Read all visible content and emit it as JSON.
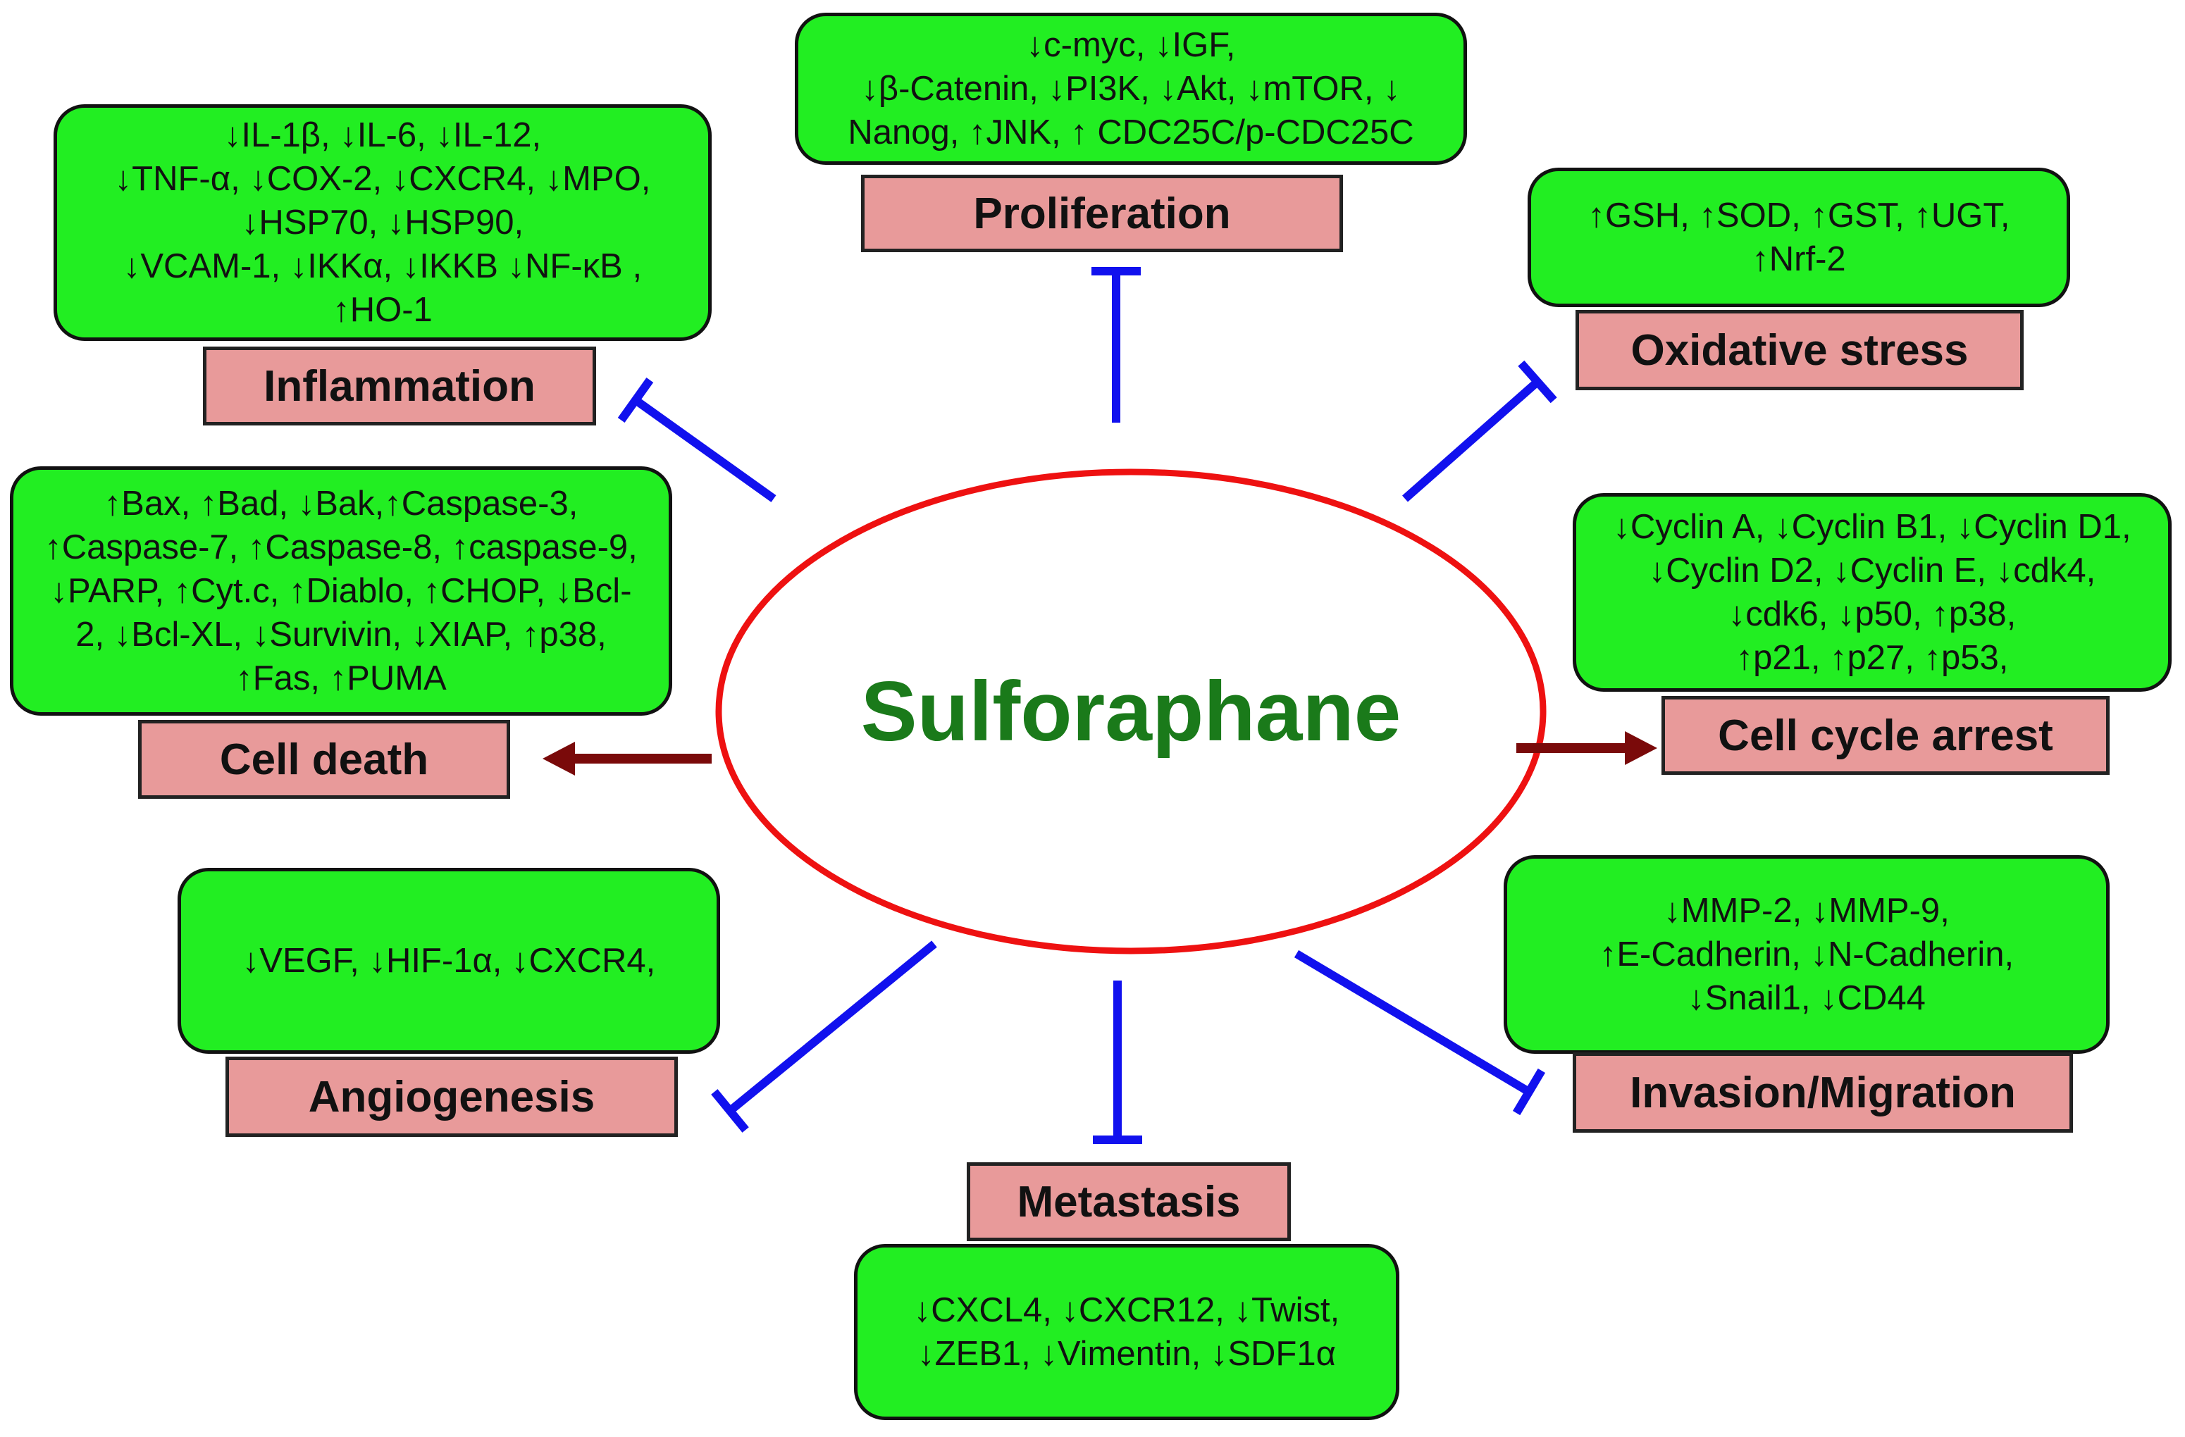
{
  "center": {
    "title": "Sulforaphane"
  },
  "colors": {
    "effect_box_fill": "#22ee22",
    "label_fill": "#e89a9a",
    "title_text": "#1a7a1a",
    "ellipse_stroke": "#ee1111",
    "inhibit_line": "#1111ee",
    "promote_arrow": "#7a0a0a"
  },
  "nodes": [
    {
      "id": "proliferation",
      "label": "Proliferation",
      "relation": "inhibits",
      "effects": [
        "↓c-myc, ↓IGF,",
        "↓β-Catenin, ↓PI3K, ↓Akt, ↓mTOR, ↓",
        "Nanog, ↑JNK, ↑ CDC25C/p-CDC25C"
      ]
    },
    {
      "id": "inflammation",
      "label": "Inflammation",
      "relation": "inhibits",
      "effects": [
        "↓IL-1β, ↓IL-6, ↓IL-12,",
        "↓TNF-α, ↓COX-2, ↓CXCR4, ↓MPO,",
        "↓HSP70, ↓HSP90,",
        "↓VCAM-1, ↓IKKα, ↓IKKB ↓NF-κB ,",
        "↑HO-1"
      ]
    },
    {
      "id": "oxidative-stress",
      "label": "Oxidative  stress",
      "relation": "inhibits",
      "effects": [
        "↑GSH, ↑SOD, ↑GST, ↑UGT,",
        "↑Nrf-2"
      ]
    },
    {
      "id": "cell-death",
      "label": "Cell death",
      "relation": "promotes",
      "effects": [
        "↑Bax, ↑Bad, ↓Bak,↑Caspase-3,",
        "↑Caspase-7, ↑Caspase-8, ↑caspase-9,",
        "↓PARP, ↑Cyt.c, ↑Diablo, ↑CHOP, ↓Bcl-",
        "2, ↓Bcl-XL, ↓Survivin, ↓XIAP, ↑p38,",
        "↑Fas, ↑PUMA"
      ]
    },
    {
      "id": "cell-cycle-arrest",
      "label": "Cell cycle arrest",
      "relation": "promotes",
      "effects": [
        "↓Cyclin A, ↓Cyclin B1, ↓Cyclin D1,",
        "↓Cyclin D2, ↓Cyclin E, ↓cdk4,",
        "↓cdk6, ↓p50, ↑p38,",
        "↑p21, ↑p27, ↑p53,"
      ]
    },
    {
      "id": "angiogenesis",
      "label": "Angiogenesis",
      "relation": "inhibits",
      "effects": [
        "↓VEGF, ↓HIF-1α, ↓CXCR4,"
      ]
    },
    {
      "id": "invasion-migration",
      "label": "Invasion/Migration",
      "relation": "inhibits",
      "effects": [
        "↓MMP-2, ↓MMP-9,",
        "↑E-Cadherin, ↓N-Cadherin,",
        "↓Snail1, ↓CD44"
      ]
    },
    {
      "id": "metastasis",
      "label": "Metastasis",
      "relation": "inhibits",
      "effects": [
        "↓CXCL4, ↓CXCR12, ↓Twist,",
        "↓ZEB1,  ↓Vimentin, ↓SDF1α"
      ]
    }
  ]
}
